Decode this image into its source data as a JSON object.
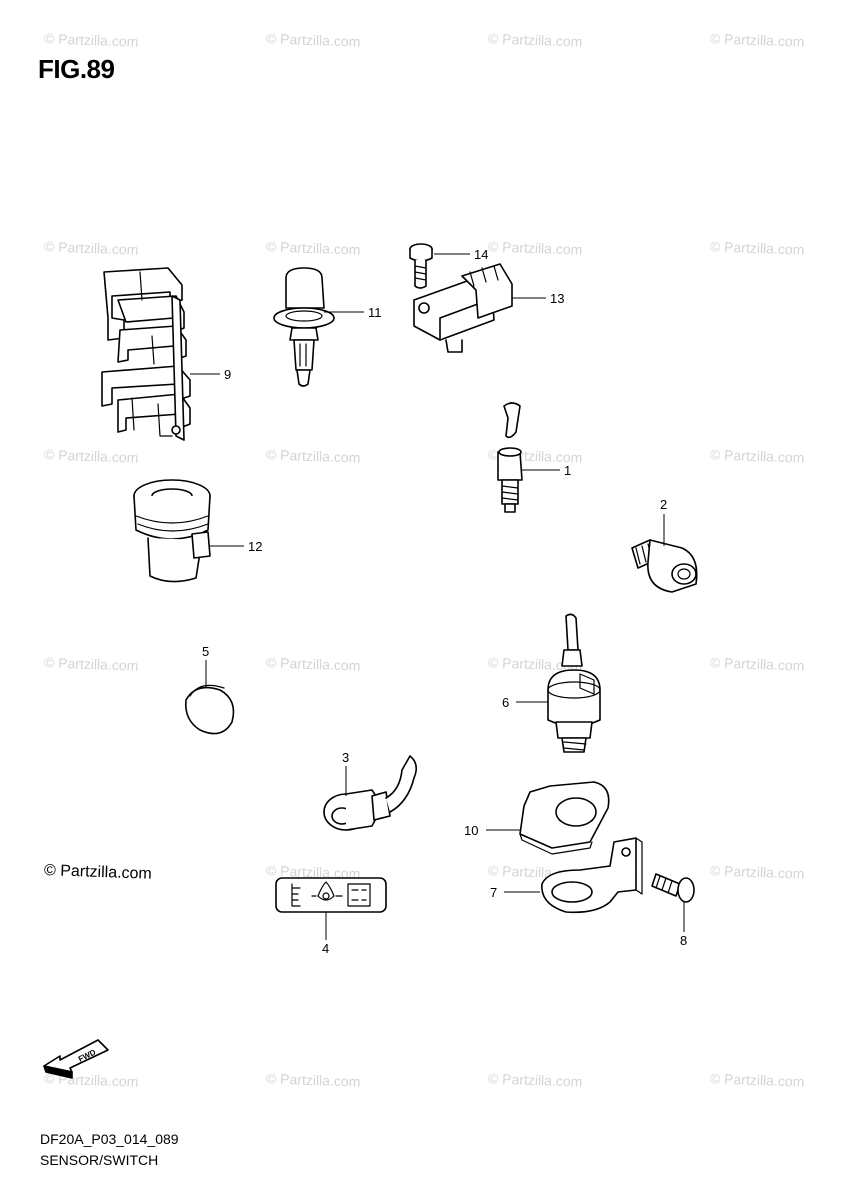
{
  "figure_title": "FIG.89",
  "watermark_text": "© Partzilla.com",
  "copyright": "© Partzilla.com",
  "footer": {
    "code": "DF20A_P03_014_089",
    "section": "SENSOR/SWITCH"
  },
  "fwd_label": "FWD",
  "callouts": {
    "c1": "1",
    "c2": "2",
    "c3": "3",
    "c4": "4",
    "c5": "5",
    "c6": "6",
    "c7": "7",
    "c8": "8",
    "c9": "9",
    "c10": "10",
    "c11": "11",
    "c12": "12",
    "c13": "13",
    "c14": "14"
  }
}
